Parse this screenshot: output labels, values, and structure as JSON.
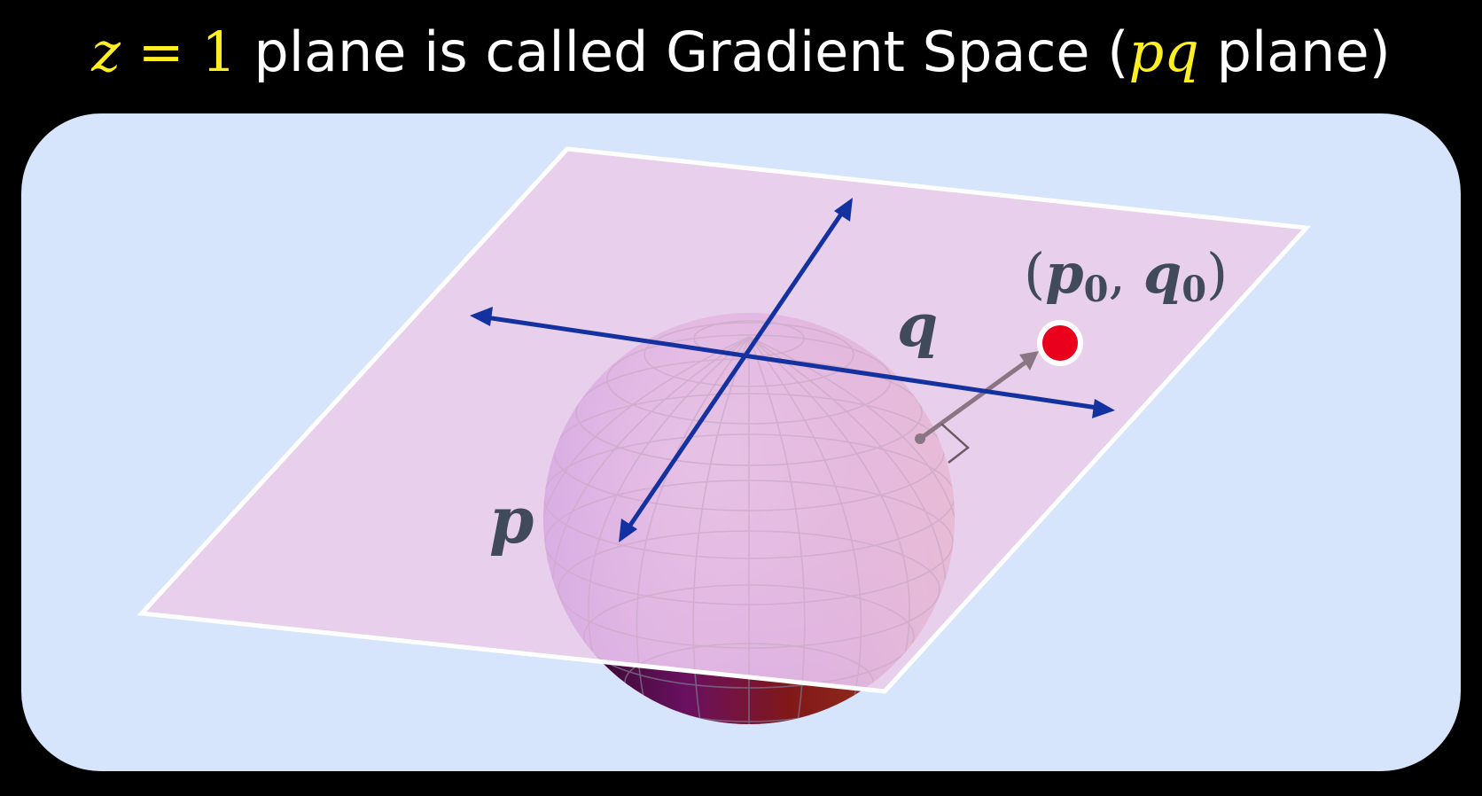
{
  "title": {
    "math_lhs": "z",
    "equals": " = 1",
    "text_main": " plane is called Gradient Space (",
    "math_pq": "pq",
    "text_end": " plane)"
  },
  "diagram": {
    "axis_p_label": "p",
    "axis_q_label": "q",
    "point_label_open": "(",
    "point_label_p": "p",
    "point_label_sub0a": "0",
    "point_label_comma": ", ",
    "point_label_q": "q",
    "point_label_sub0b": "0",
    "point_label_close": ")"
  },
  "colors": {
    "background": "#000000",
    "panel": "#d6e5fb",
    "plane": "#ebcbe6",
    "axes": "#1431a0",
    "point": "#e8001c",
    "highlight": "#ffee22"
  }
}
